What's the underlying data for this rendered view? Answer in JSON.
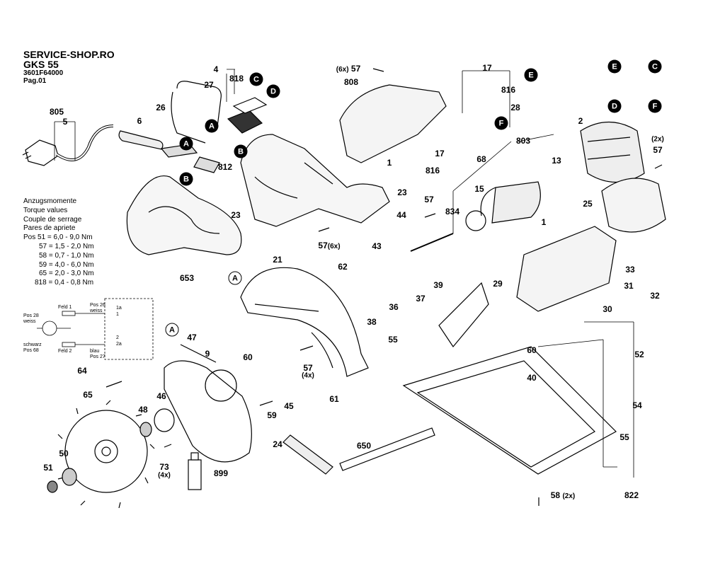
{
  "header": {
    "shop": "SERVICE-SHOP.RO",
    "model": "GKS 55",
    "code": "3601F64000",
    "page": "Pag.01"
  },
  "torque": {
    "line_ro": "Anzugsmomente",
    "line_en": "Torque values",
    "line_fr": "Couple de serrage",
    "line_es": "Pares de apriete",
    "rows": [
      "Pos  51 = 6,0 - 9,0 Nm",
      "57 = 1,5 - 2,0 Nm",
      "58 = 0,7 - 1,0 Nm",
      "59 = 4,0 - 6,0 Nm",
      "65 = 2,0 - 3,0 Nm",
      "818 = 0,4 - 0,8 Nm"
    ]
  },
  "wiring": {
    "feld1": "Feld 1",
    "feld2": "Feld 2",
    "pos26": "Pos 26",
    "weiss": "weiss",
    "pos28": "Pos 28",
    "weiss2": "weiss",
    "schwarz": "schwarz",
    "pos68": "Pos 68",
    "blau": "blau",
    "pos27": "Pos 27",
    "t1a": "1a",
    "t1": "1",
    "t2": "2",
    "t2a": "2a"
  },
  "callouts": {
    "p805": "805",
    "p5": "5",
    "p6": "6",
    "p4": "4",
    "p818": "818",
    "p27": "27",
    "p26": "26",
    "p812": "812",
    "p23a": "23",
    "p23b": "23",
    "p21": "21",
    "p653": "653",
    "p47": "47",
    "p9": "9",
    "p60a": "60",
    "p57a": "57",
    "p57a_q": "(6x)",
    "p808": "808",
    "p1a": "1",
    "p17": "17",
    "p816a": "816",
    "p28": "28",
    "p17b": "17",
    "p816b": "816",
    "p68": "68",
    "p803": "803",
    "p13": "13",
    "p2": "2",
    "p57b_q": "(2x)",
    "p57b": "57",
    "p57c": "57",
    "p57d": "57",
    "p57d_q": "(6x)",
    "p44": "44",
    "p834": "834",
    "p15": "15",
    "p25": "25",
    "p43": "43",
    "p62": "62",
    "p1b": "1",
    "p33": "33",
    "p29": "29",
    "p39": "39",
    "p37": "37",
    "p36": "36",
    "p38": "38",
    "p31": "31",
    "p32": "32",
    "p30": "30",
    "p55a": "55",
    "p57e": "57",
    "p57e_q": "(4x)",
    "p64": "64",
    "p65": "65",
    "p46": "46",
    "p48": "48",
    "p50": "50",
    "p51": "51",
    "p73": "73",
    "p73_q": "(4x)",
    "p899": "899",
    "p24": "24",
    "p45": "45",
    "p59": "59",
    "p61": "61",
    "p650": "650",
    "p60b": "60",
    "p52": "52",
    "p40": "40",
    "p54": "54",
    "p55b": "55",
    "p58": "58",
    "p58_q": "(2x)",
    "p822": "822"
  },
  "markers": {
    "A1": "A",
    "B1": "B",
    "C1": "C",
    "D1": "D",
    "A2": "A",
    "B2": "B",
    "E1": "E",
    "F1": "F",
    "E2": "E",
    "C2": "C",
    "D2": "D",
    "F2": "F",
    "A3": "A",
    "A4": "A"
  }
}
